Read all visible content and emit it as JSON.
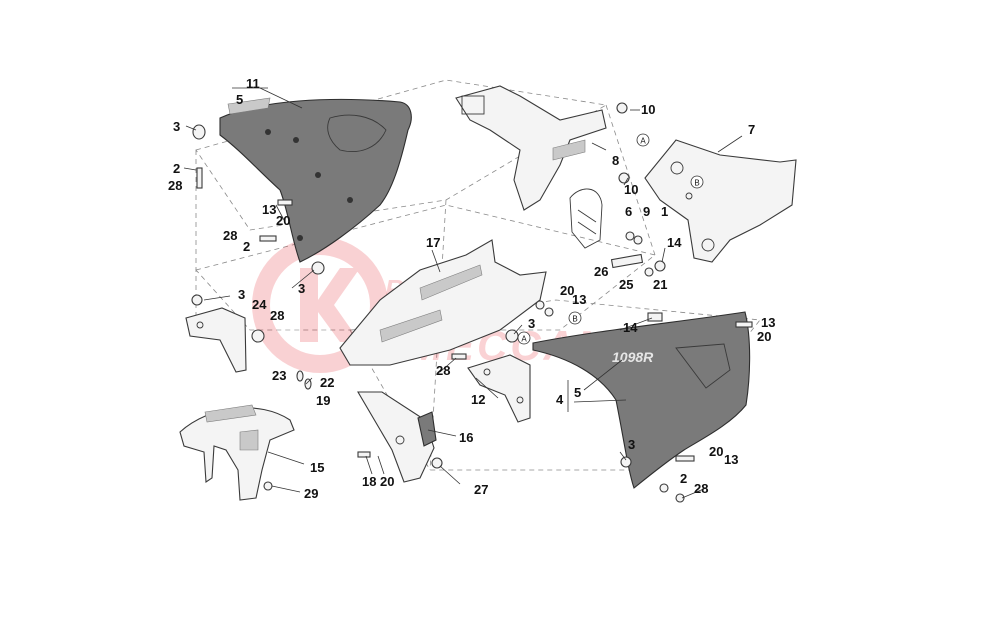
{
  "diagram": {
    "callouts": [
      "1",
      "2",
      "3",
      "4",
      "5",
      "6",
      "7",
      "8",
      "9",
      "10",
      "11",
      "12",
      "13",
      "14",
      "15",
      "16",
      "17",
      "18",
      "19",
      "20",
      "21",
      "22",
      "23",
      "24",
      "25",
      "26",
      "27",
      "28",
      "29"
    ],
    "reference_marks": [
      "A",
      "B"
    ],
    "part_lettering": "1098R",
    "watermark": {
      "lines": [
        "RICAMBI",
        "MECCANICA"
      ],
      "logo_color": "#e8323a"
    }
  }
}
